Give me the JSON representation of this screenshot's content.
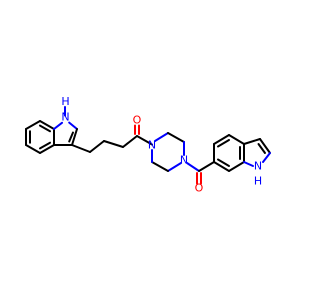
{
  "molecule": {
    "atoms": {
      "indole_a_nh": "H",
      "indole_a_n": "N",
      "carbonyl_o_1": "O",
      "piperazine_n_1": "N",
      "piperazine_n_2": "N",
      "carbonyl_o_2": "O",
      "indole_b_n": "N",
      "indole_b_nh": "H"
    },
    "colors": {
      "bond": "#000000",
      "nitrogen": "#0000ff",
      "oxygen": "#ff0000",
      "background": "#ffffff"
    }
  }
}
